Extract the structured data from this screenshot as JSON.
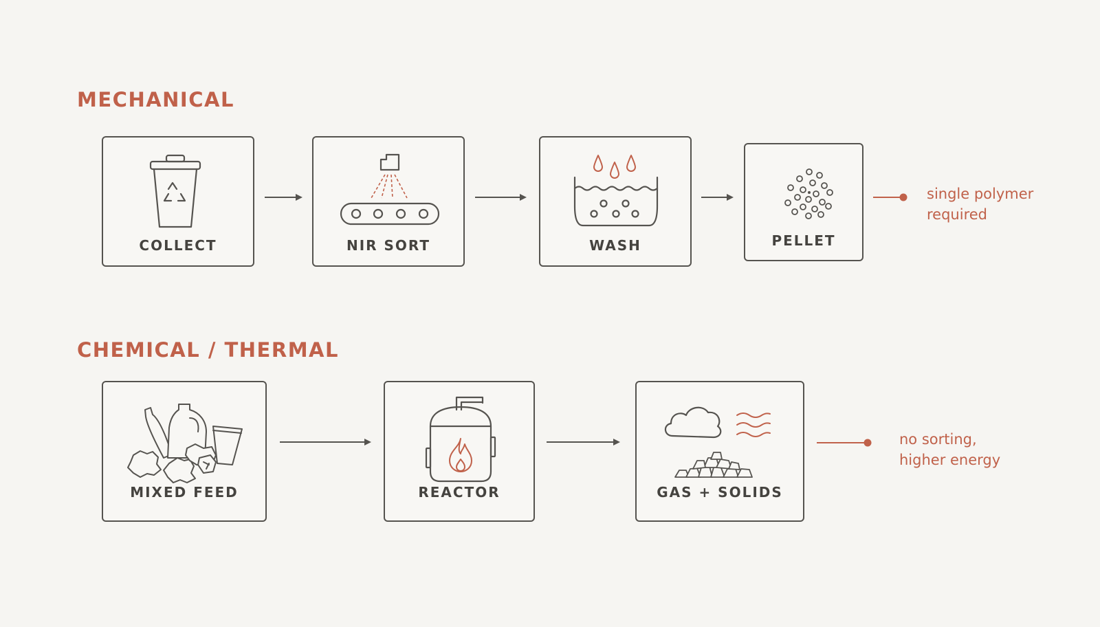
{
  "colors": {
    "accent": "#c0614a",
    "ink": "#55534f",
    "background": "#f6f5f2"
  },
  "mechanical": {
    "title": "MECHANICAL",
    "steps": [
      {
        "label": "COLLECT",
        "icon": "recycle-bin-icon"
      },
      {
        "label": "NIR SORT",
        "icon": "conveyor-sensor-icon"
      },
      {
        "label": "WASH",
        "icon": "wash-tank-icon"
      },
      {
        "label": "PELLET",
        "icon": "pellets-icon"
      }
    ],
    "note": {
      "line1": "single polymer",
      "line2": "required"
    }
  },
  "chemical": {
    "title": "CHEMICAL / THERMAL",
    "steps": [
      {
        "label": "MIXED FEED",
        "icon": "mixed-plastics-icon"
      },
      {
        "label": "REACTOR",
        "icon": "reactor-flame-icon"
      },
      {
        "label": "GAS + SOLIDS",
        "icon": "gas-solids-icon"
      }
    ],
    "note": {
      "line1": "no sorting,",
      "line2": "higher energy"
    }
  }
}
